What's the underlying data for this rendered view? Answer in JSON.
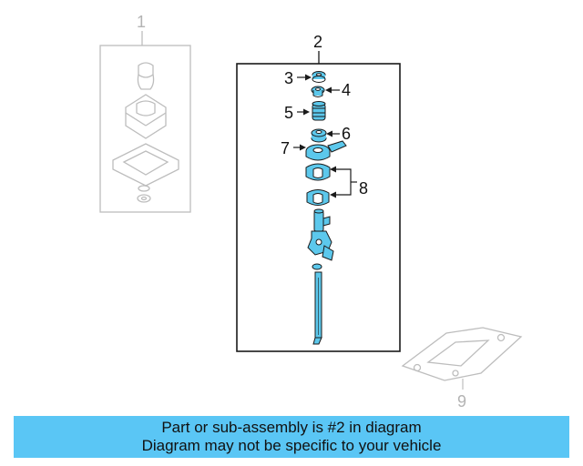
{
  "colors": {
    "highlight_part": "#5cc8ec",
    "outline_dark": "#1a1a1a",
    "ghost_part": "#bdbdbd",
    "banner_background": "#5ac6f5"
  },
  "callouts": {
    "c1": "1",
    "c2": "2",
    "c3": "3",
    "c4": "4",
    "c5": "5",
    "c6": "6",
    "c7": "7",
    "c8": "8",
    "c9": "9"
  },
  "banner": {
    "line1": "Part or sub-assembly is #2 in diagram",
    "line2": "Diagram may not be specific to your vehicle"
  }
}
